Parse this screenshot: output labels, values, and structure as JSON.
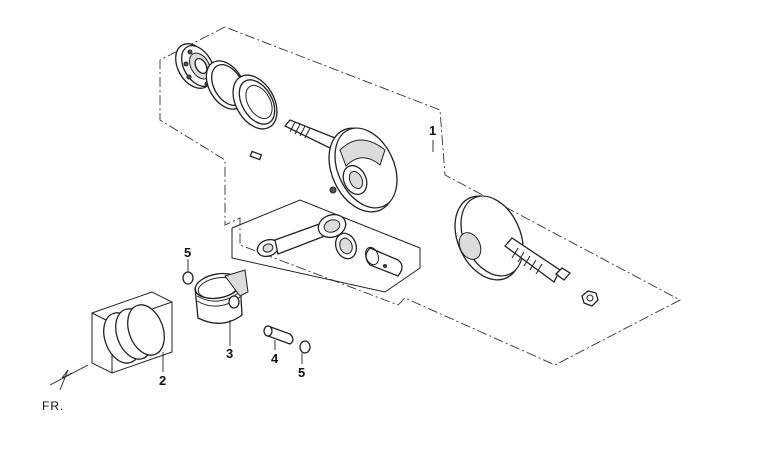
{
  "diagram": {
    "orientation_label": "FR.",
    "callouts": {
      "c1": "1",
      "c2": "2",
      "c3": "3",
      "c4": "4",
      "c5a": "5",
      "c5b": "5"
    }
  }
}
